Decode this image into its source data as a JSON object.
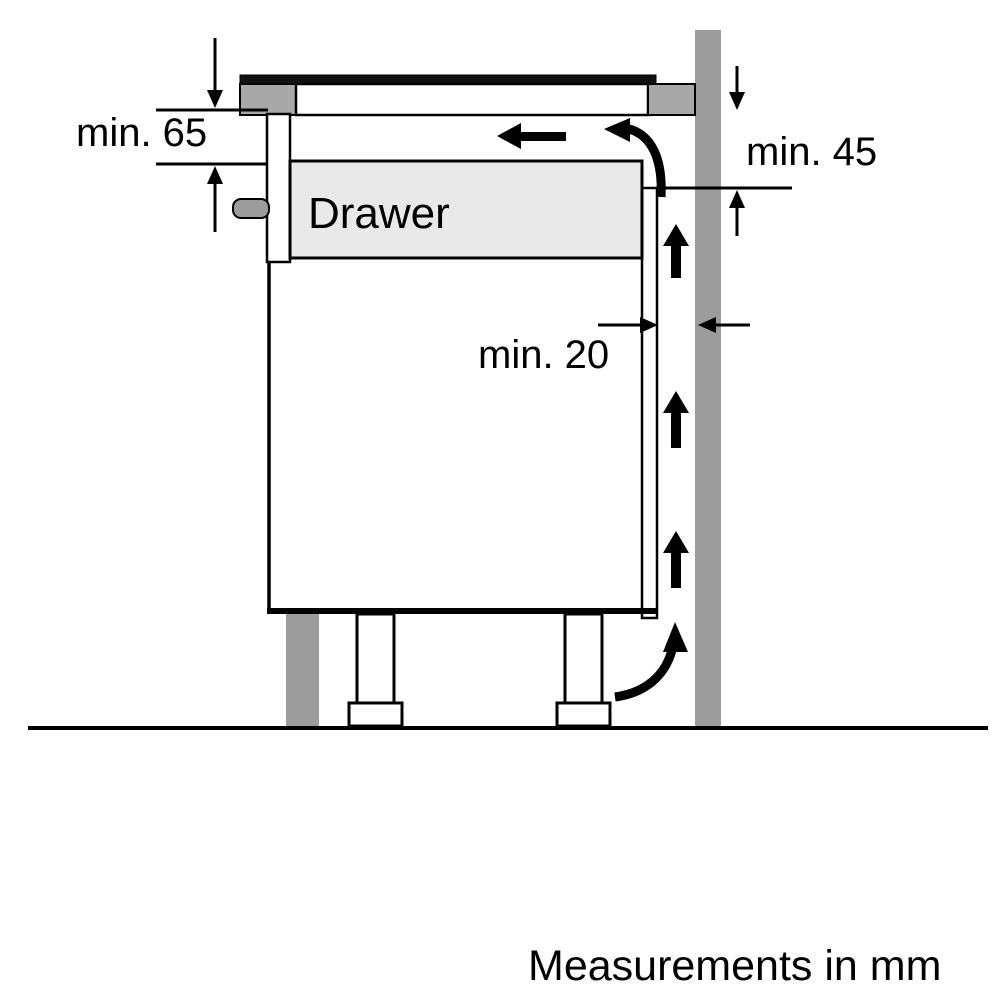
{
  "labels": {
    "min_65": "min. 65",
    "min_45": "min. 45",
    "min_20": "min. 20",
    "drawer": "Drawer",
    "measurements_note": "Measurements in mm"
  },
  "colors": {
    "background": "#ffffff",
    "wall": "#9c9c9c",
    "worktop": "#a8a8a8",
    "pedestal": "#9c9c9c",
    "handle": "#9c9c9c",
    "drawer_fill": "#e9e9e9",
    "hob_glass": "#111111",
    "line": "#000000"
  }
}
